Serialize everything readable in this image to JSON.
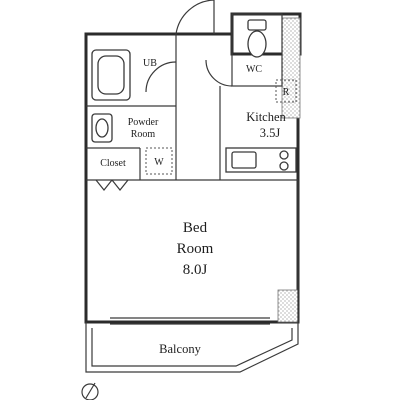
{
  "rooms": {
    "unit_bath": "UB",
    "powder_room_line1": "Powder",
    "powder_room_line2": "Room",
    "closet": "Closet",
    "washer": "W",
    "wc": "WC",
    "refrigerator": "R",
    "kitchen_name": "Kitchen",
    "kitchen_size": "3.5J",
    "bedroom_line1": "Bed",
    "bedroom_line2": "Room",
    "bedroom_size": "8.0J",
    "balcony": "Balcony"
  },
  "icons": {
    "north_arrow": "north-arrow-icon",
    "bathtub": "bathtub-icon",
    "sink": "sink-icon",
    "toilet": "toilet-icon",
    "stove": "stove-icon"
  },
  "colors": {
    "wall": "#2b2b2b",
    "hatch": "#888888",
    "background": "#ffffff"
  }
}
